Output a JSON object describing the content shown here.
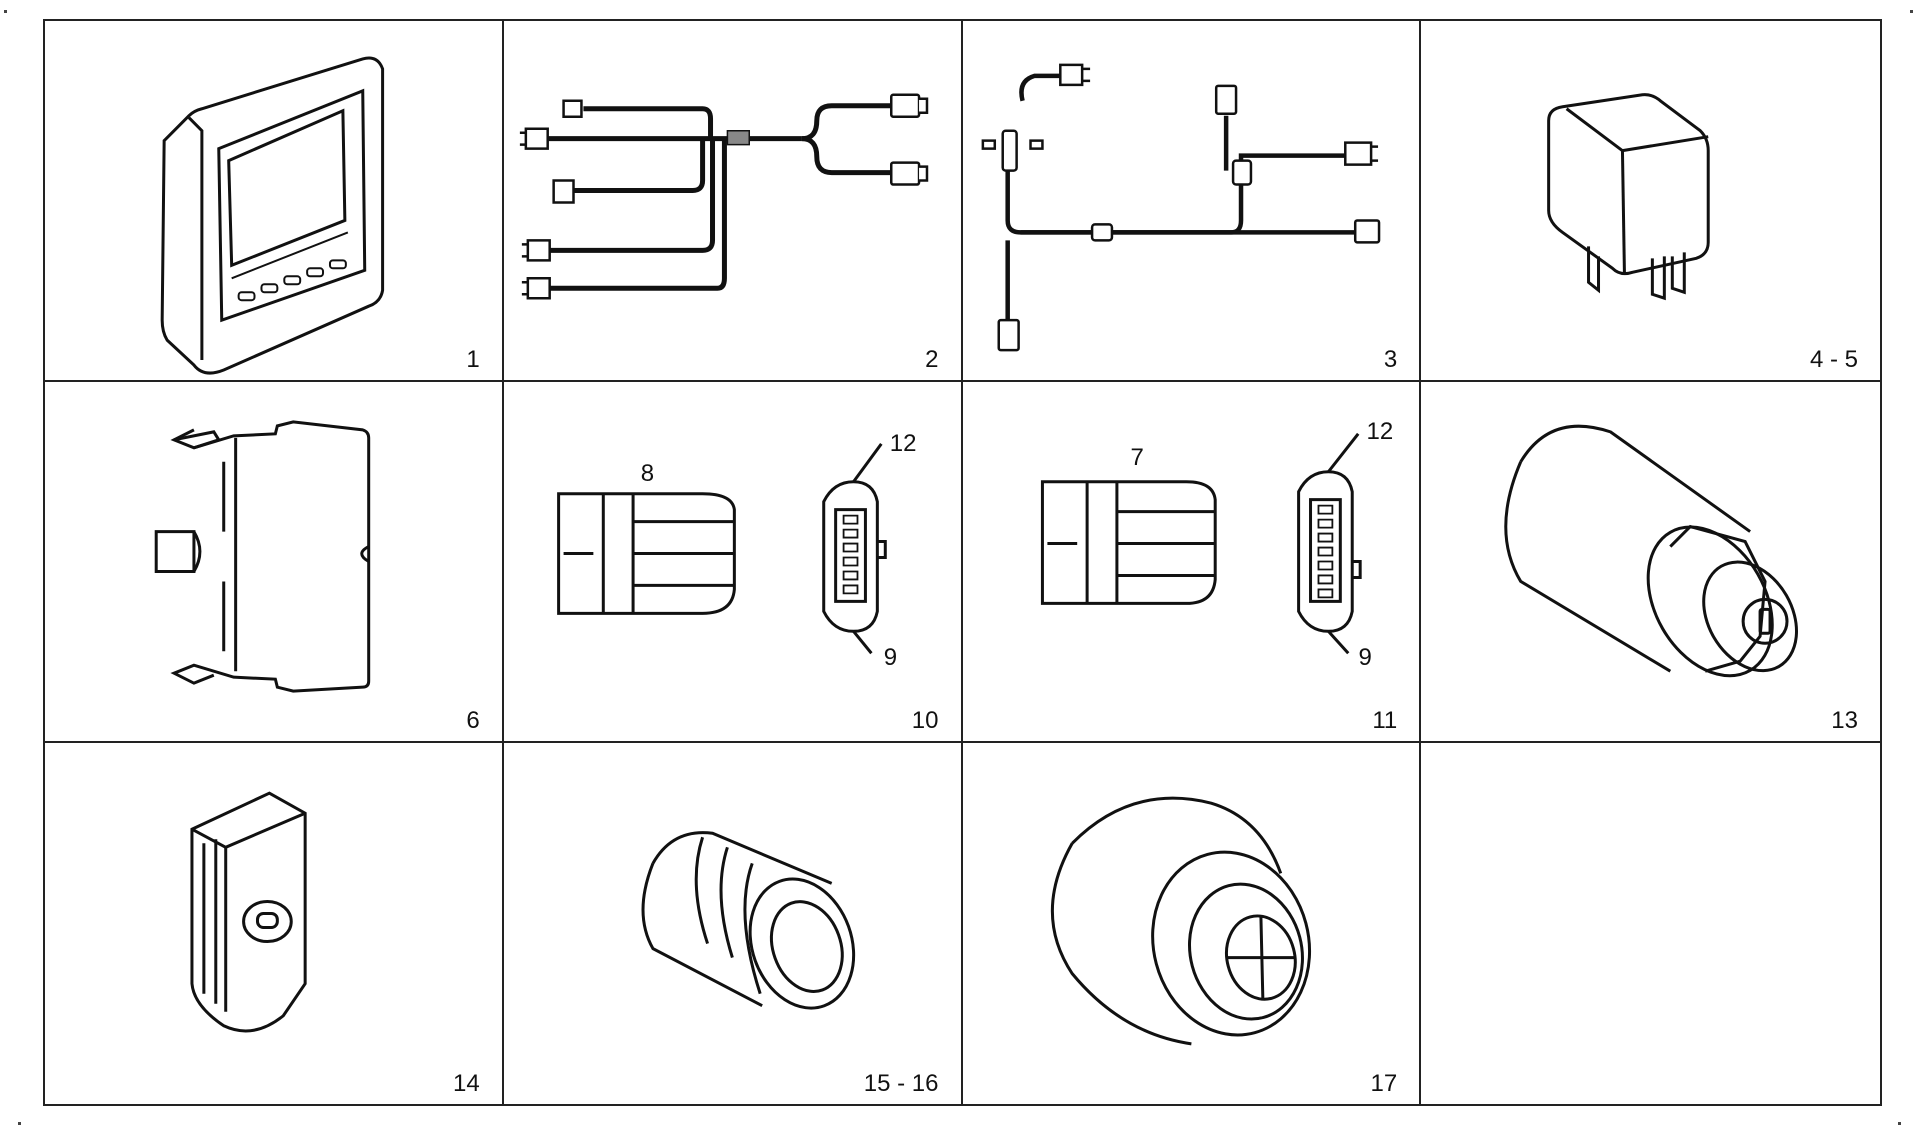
{
  "cells": [
    {
      "id": "c1",
      "label": "1",
      "icon": "display-panel-icon"
    },
    {
      "id": "c2",
      "label": "2",
      "icon": "wiring-harness-icon"
    },
    {
      "id": "c3",
      "label": "3",
      "icon": "wiring-harness-branched-icon"
    },
    {
      "id": "c4",
      "label": "4 - 5",
      "icon": "relay-icon"
    },
    {
      "id": "c5",
      "label": "6",
      "icon": "din-rail-module-icon"
    },
    {
      "id": "c6",
      "label": "10",
      "icon": "connector-icon",
      "callouts": [
        "8",
        "12",
        "9"
      ]
    },
    {
      "id": "c7",
      "label": "11",
      "icon": "connector-icon",
      "callouts": [
        "7",
        "12",
        "9"
      ]
    },
    {
      "id": "c8",
      "label": "13",
      "icon": "key-switch-icon"
    },
    {
      "id": "c9",
      "label": "14",
      "icon": "transponder-key-icon"
    },
    {
      "id": "c10",
      "label": "15 - 16",
      "icon": "pressure-sensor-icon"
    },
    {
      "id": "c11",
      "label": "17",
      "icon": "buzzer-icon"
    },
    {
      "id": "c12",
      "label": "",
      "icon": ""
    }
  ]
}
